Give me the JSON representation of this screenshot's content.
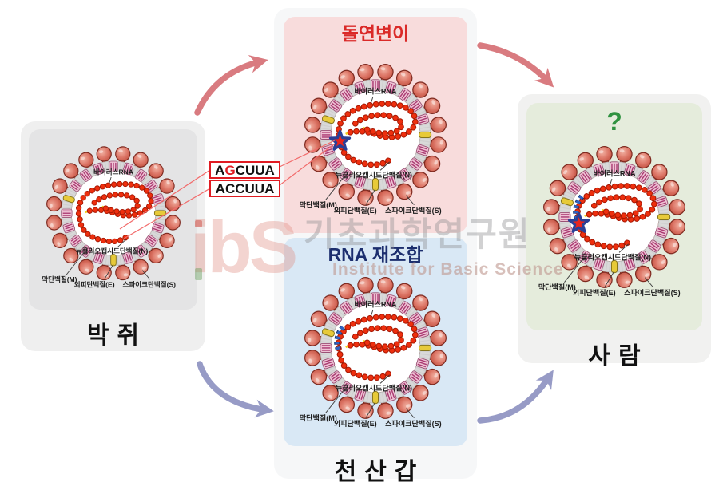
{
  "panels": {
    "bat": {
      "caption": "박쥐"
    },
    "mutation": {
      "title": "돌연변이"
    },
    "recombination": {
      "title": "RNA 재조합",
      "caption": "천산갑"
    },
    "human": {
      "title": "?",
      "caption": "사람"
    }
  },
  "virus_labels": {
    "rna": "바이러스RNA",
    "nucleocapsid": "뉴클리오캡시드단백질(N)",
    "membrane": "막단백질(M)",
    "envelope": "외피단백질(E)",
    "spike": "스파이크단백질(S)"
  },
  "sequence_boxes": [
    {
      "text": "AGCUUA",
      "highlight_index": 1
    },
    {
      "text": "ACCUUA",
      "highlight_index": -1
    }
  ],
  "watermark": {
    "logo": "ibS",
    "korean": "기초과학연구원",
    "english": "Institute for Basic Science"
  },
  "colors": {
    "mutation_title": "#da2a28",
    "recombination_title": "#1c2e6e",
    "question_mark": "#2f9240",
    "arrow_pink": "#d97b80",
    "arrow_purple": "#979bc6",
    "sequence_border": "#e01b22",
    "sequence_highlight": "#e01b22",
    "connector_line": "#f26b6b",
    "rna_bead": "#ee2f0e",
    "rna_bead_dark": "#a61804",
    "rna_line": "#f4cf1e",
    "blue_segment": "#2f62c0",
    "blue_segment_dark": "#14346e",
    "star_fill": "#e8251d",
    "star_border": "#2b3f96"
  }
}
